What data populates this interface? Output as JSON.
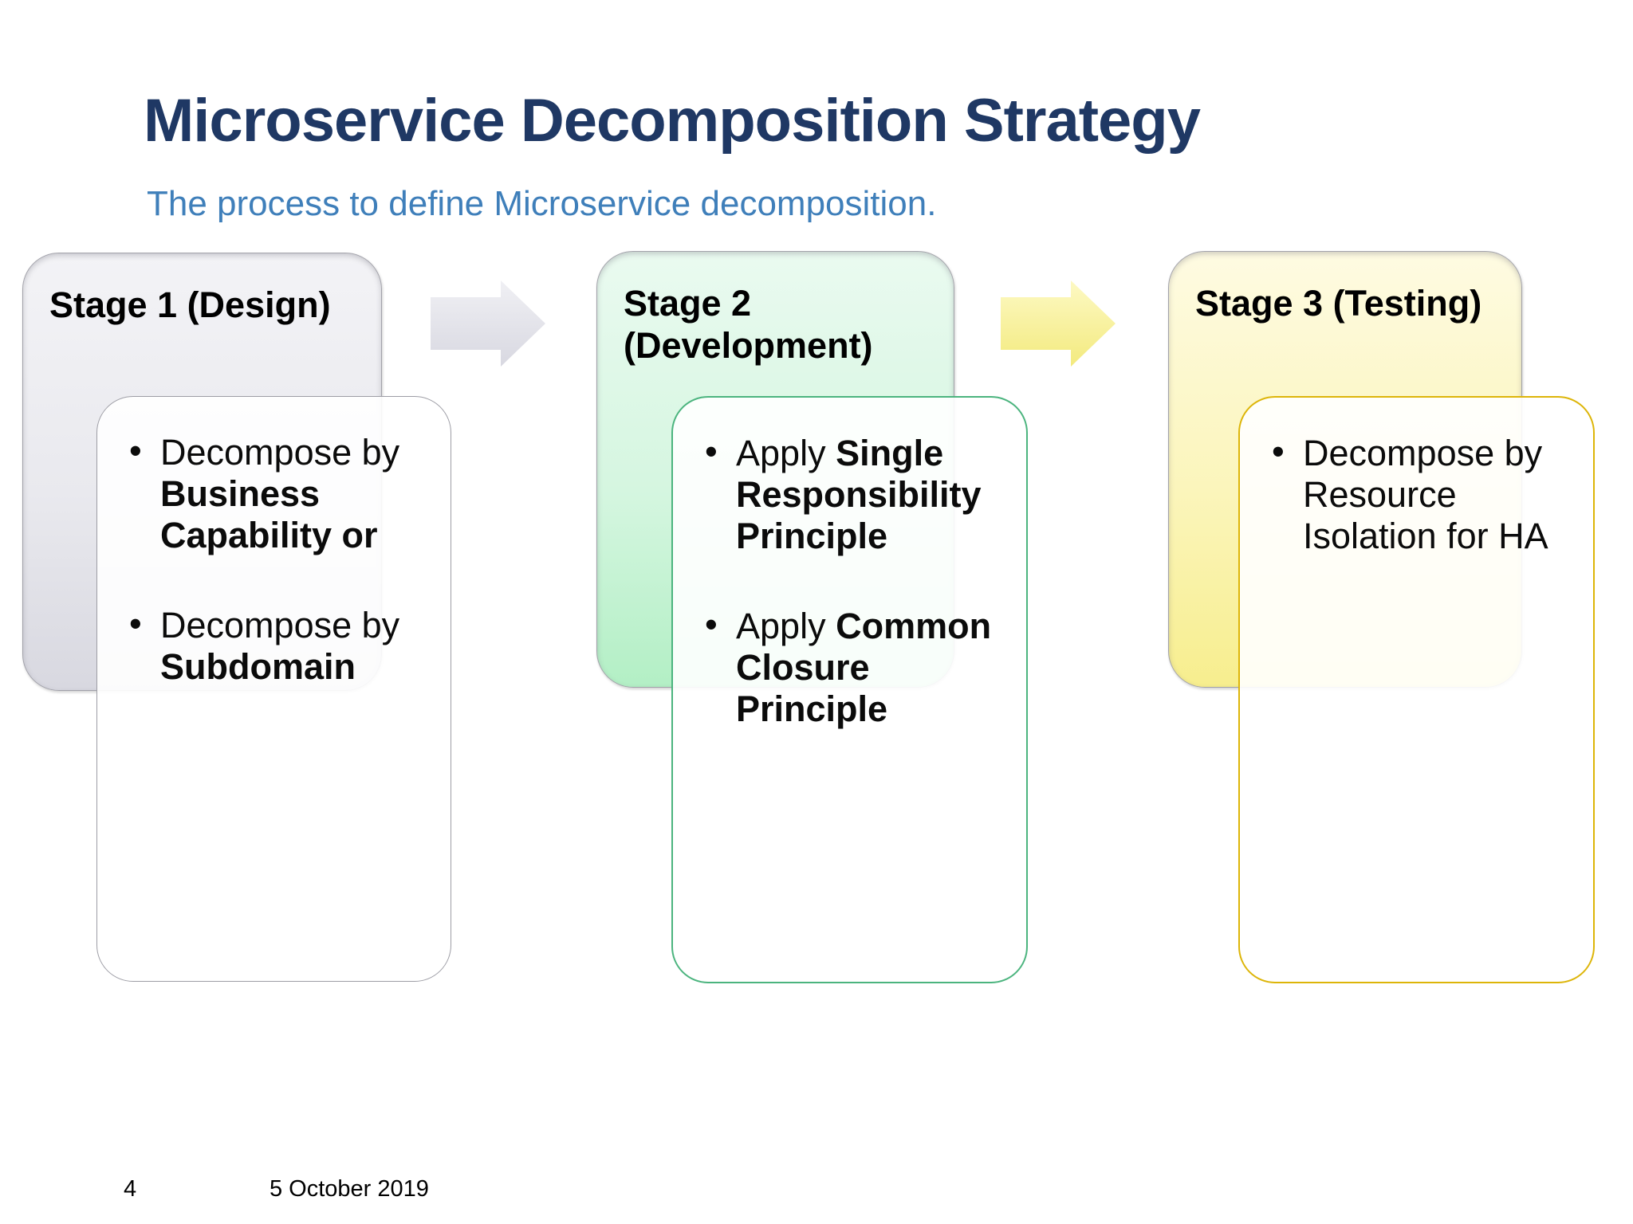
{
  "slide": {
    "title": "Microservice Decomposition Strategy",
    "title_color": "#1f3864",
    "subtitle": "The process to define Microservice decomposition.",
    "subtitle_color": "#3f7fba",
    "stages": [
      {
        "label": "Stage 1 (Design)",
        "colors": {
          "fill_top": "#f3f3f6",
          "fill_mid": "#e9e9ee",
          "fill_bottom": "#d8d8e0",
          "panel_border": "#9d9da5"
        },
        "bullets": [
          {
            "lines": [
              [
                {
                  "t": "Decompose by",
                  "b": false
                }
              ],
              [
                {
                  "t": "Business",
                  "b": true
                }
              ],
              [
                {
                  "t": "Capability or",
                  "b": true
                }
              ]
            ]
          },
          {
            "lines": [
              [
                {
                  "t": "Decompose by",
                  "b": false
                }
              ],
              [
                {
                  "t": "Subdomain",
                  "b": true
                }
              ]
            ]
          }
        ]
      },
      {
        "label": "Stage 2 (Development)",
        "colors": {
          "fill_top": "#eafaf0",
          "fill_mid": "#d5f6e0",
          "fill_bottom": "#b3efc5",
          "panel_border": "#4bb47e"
        },
        "bullets": [
          {
            "lines": [
              [
                {
                  "t": "Apply ",
                  "b": false
                },
                {
                  "t": "Single",
                  "b": true
                }
              ],
              [
                {
                  "t": "Responsibility",
                  "b": true
                }
              ],
              [
                {
                  "t": "Principle",
                  "b": true
                }
              ]
            ]
          },
          {
            "lines": [
              [
                {
                  "t": "Apply ",
                  "b": false
                },
                {
                  "t": "Common",
                  "b": true
                }
              ],
              [
                {
                  "t": "Closure",
                  "b": true
                }
              ],
              [
                {
                  "t": "Principle",
                  "b": true
                }
              ]
            ]
          }
        ]
      },
      {
        "label": "Stage 3 (Testing)",
        "colors": {
          "fill_top": "#fefbe2",
          "fill_mid": "#fbf5bb",
          "fill_bottom": "#f7ee8e",
          "panel_border": "#ddb508"
        },
        "bullets": [
          {
            "lines": [
              [
                {
                  "t": "Decompose by",
                  "b": false
                }
              ],
              [
                {
                  "t": "Resource",
                  "b": false
                }
              ],
              [
                {
                  "t": "Isolation for HA",
                  "b": false
                }
              ]
            ]
          }
        ]
      }
    ],
    "arrows": [
      {
        "name": "arrow-stage1-to-stage2",
        "fill_top": "#f0f0f4",
        "fill_bottom": "#d8d8e1"
      },
      {
        "name": "arrow-stage2-to-stage3",
        "fill_top": "#fdf9c4",
        "fill_bottom": "#f3ea7e"
      }
    ],
    "footer": {
      "page_number": "4",
      "date": "5 October 2019"
    }
  }
}
